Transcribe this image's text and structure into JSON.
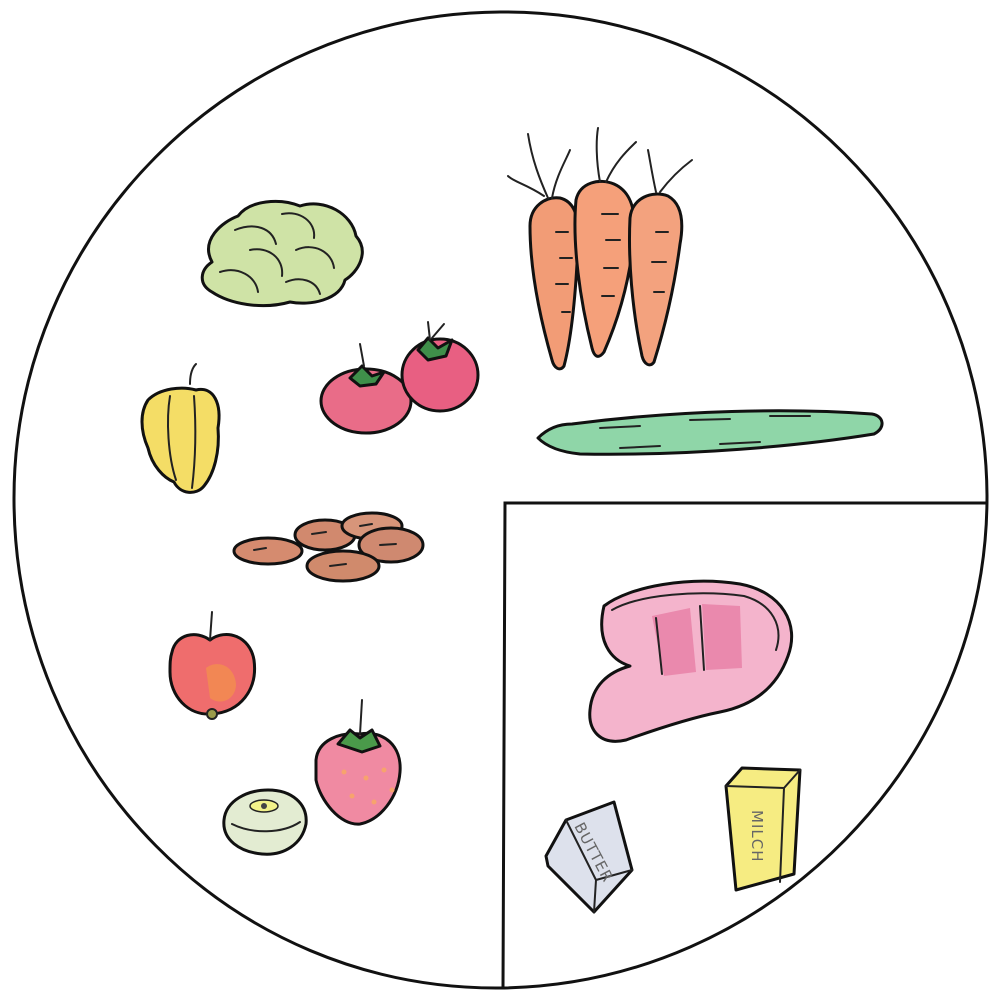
{
  "plate": {
    "sections": [
      "vegetables-and-fruit",
      "vegetables",
      "meat-and-dairy"
    ]
  },
  "labels": {
    "butter": "BUTTER",
    "milk": "MILCH"
  },
  "colors": {
    "paper": "#ffffff",
    "ink": "#111111",
    "cabbage": "#c9dfa0",
    "pepper": "#f3dc6a",
    "tomato": "#ea6b87",
    "date": "#d38c6e",
    "apple": "#ef6f6a",
    "kiwi": "#dfe8cf",
    "strawberry": "#f08aa0",
    "carrot": "#f09a70",
    "cucumber": "#8fd3a6",
    "meat": "#f2a8c4",
    "milk_carton": "#f6ec80",
    "butter_pack": "#d9dde8"
  }
}
